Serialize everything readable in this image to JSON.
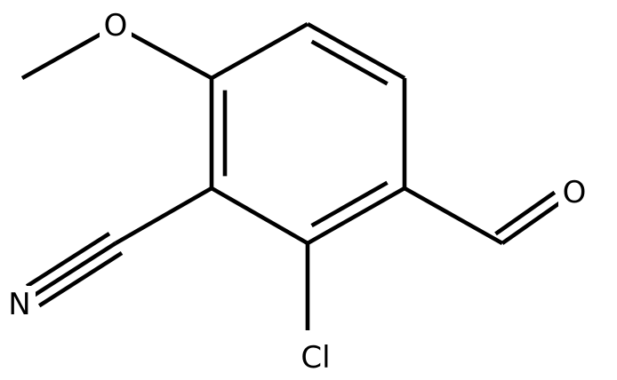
{
  "structure": {
    "atoms": [
      {
        "id": "c-methyl",
        "element": "C"
      },
      {
        "id": "o-methoxy",
        "element": "O",
        "label": "O"
      },
      {
        "id": "c1",
        "element": "C"
      },
      {
        "id": "c2",
        "element": "C"
      },
      {
        "id": "c3",
        "element": "C"
      },
      {
        "id": "c4",
        "element": "C"
      },
      {
        "id": "c5",
        "element": "C"
      },
      {
        "id": "c6",
        "element": "C"
      },
      {
        "id": "c-nitrile",
        "element": "C"
      },
      {
        "id": "n-nitrile",
        "element": "N",
        "label": "N"
      },
      {
        "id": "cl",
        "element": "Cl",
        "label": "Cl"
      },
      {
        "id": "c-aldehyde",
        "element": "C"
      },
      {
        "id": "o-aldehyde",
        "element": "O",
        "label": "O"
      }
    ],
    "bonds": [
      {
        "from": "c-methyl",
        "to": "o-methoxy",
        "order": 1
      },
      {
        "from": "o-methoxy",
        "to": "c1",
        "order": 1
      },
      {
        "from": "c1",
        "to": "c2",
        "order": 1
      },
      {
        "from": "c2",
        "to": "c3",
        "order": 2
      },
      {
        "from": "c3",
        "to": "c4",
        "order": 1
      },
      {
        "from": "c4",
        "to": "c5",
        "order": 2
      },
      {
        "from": "c5",
        "to": "c6",
        "order": 1
      },
      {
        "from": "c6",
        "to": "c1",
        "order": 2
      },
      {
        "from": "c6",
        "to": "c-nitrile",
        "order": 1
      },
      {
        "from": "c-nitrile",
        "to": "n-nitrile",
        "order": 3
      },
      {
        "from": "c5",
        "to": "cl",
        "order": 1
      },
      {
        "from": "c4",
        "to": "c-aldehyde",
        "order": 1
      },
      {
        "from": "c-aldehyde",
        "to": "o-aldehyde",
        "order": 2
      }
    ]
  },
  "labels": {
    "methoxy_oxygen": "O",
    "aldehyde_oxygen": "O",
    "nitrile_nitrogen": "N",
    "chlorine": "Cl"
  }
}
